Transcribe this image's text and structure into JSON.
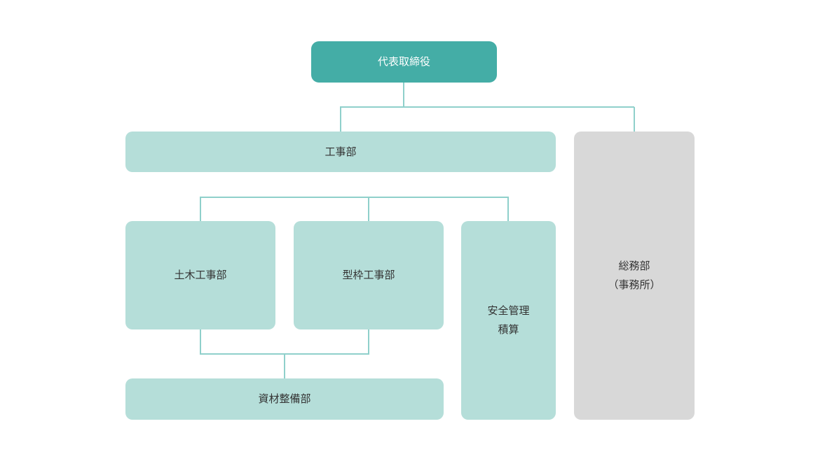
{
  "chart": {
    "ceo": {
      "label": "代表取締役"
    },
    "construction": {
      "label": "工事部"
    },
    "civil": {
      "label": "土木工事部"
    },
    "formwork": {
      "label": "型枠工事部"
    },
    "safety": {
      "line1": "安全管理",
      "line2": "積算"
    },
    "materials": {
      "label": "資材整備部"
    },
    "general": {
      "line1": "総務部",
      "line2": "（事務所）"
    }
  },
  "colors": {
    "top_box": "#44ada6",
    "dept_box": "#b5ded9",
    "admin_box": "#d8d8d8",
    "connector": "#8fd0cb"
  }
}
